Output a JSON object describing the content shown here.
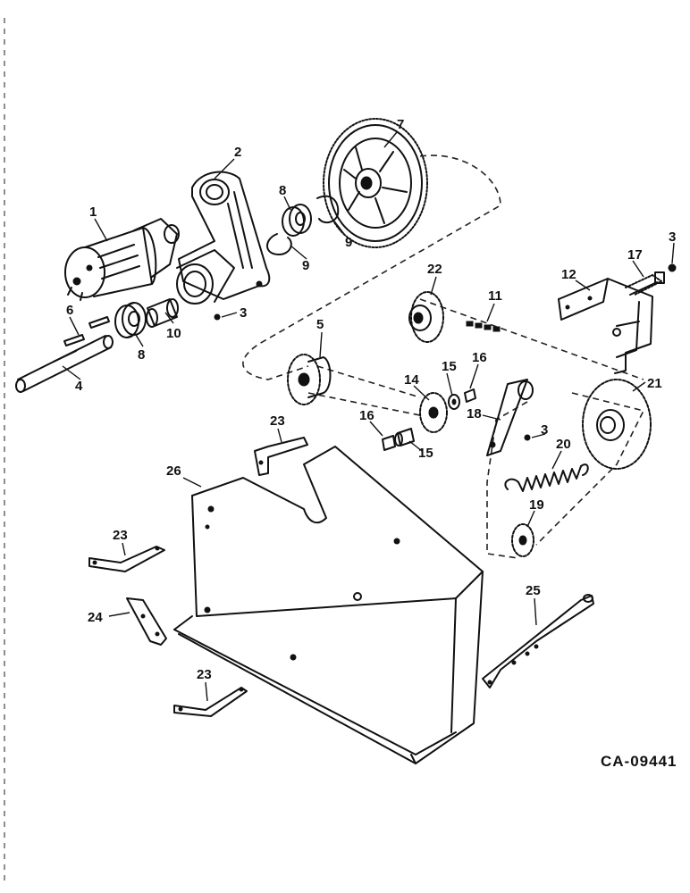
{
  "figure_id": "CA-09441",
  "callouts": {
    "c1": "1",
    "c2": "2",
    "c3a": "3",
    "c3b": "3",
    "c3c": "3",
    "c4": "4",
    "c5": "5",
    "c6": "6",
    "c7": "7",
    "c8a": "8",
    "c8b": "8",
    "c9a": "9",
    "c9b": "9",
    "c10": "10",
    "c11": "11",
    "c12": "12",
    "c14": "14",
    "c15a": "15",
    "c15b": "15",
    "c16a": "16",
    "c16b": "16",
    "c17": "17",
    "c18": "18",
    "c19": "19",
    "c20": "20",
    "c21": "21",
    "c22": "22",
    "c23a": "23",
    "c23b": "23",
    "c23c": "23",
    "c24": "24",
    "c25": "25",
    "c26": "26"
  }
}
